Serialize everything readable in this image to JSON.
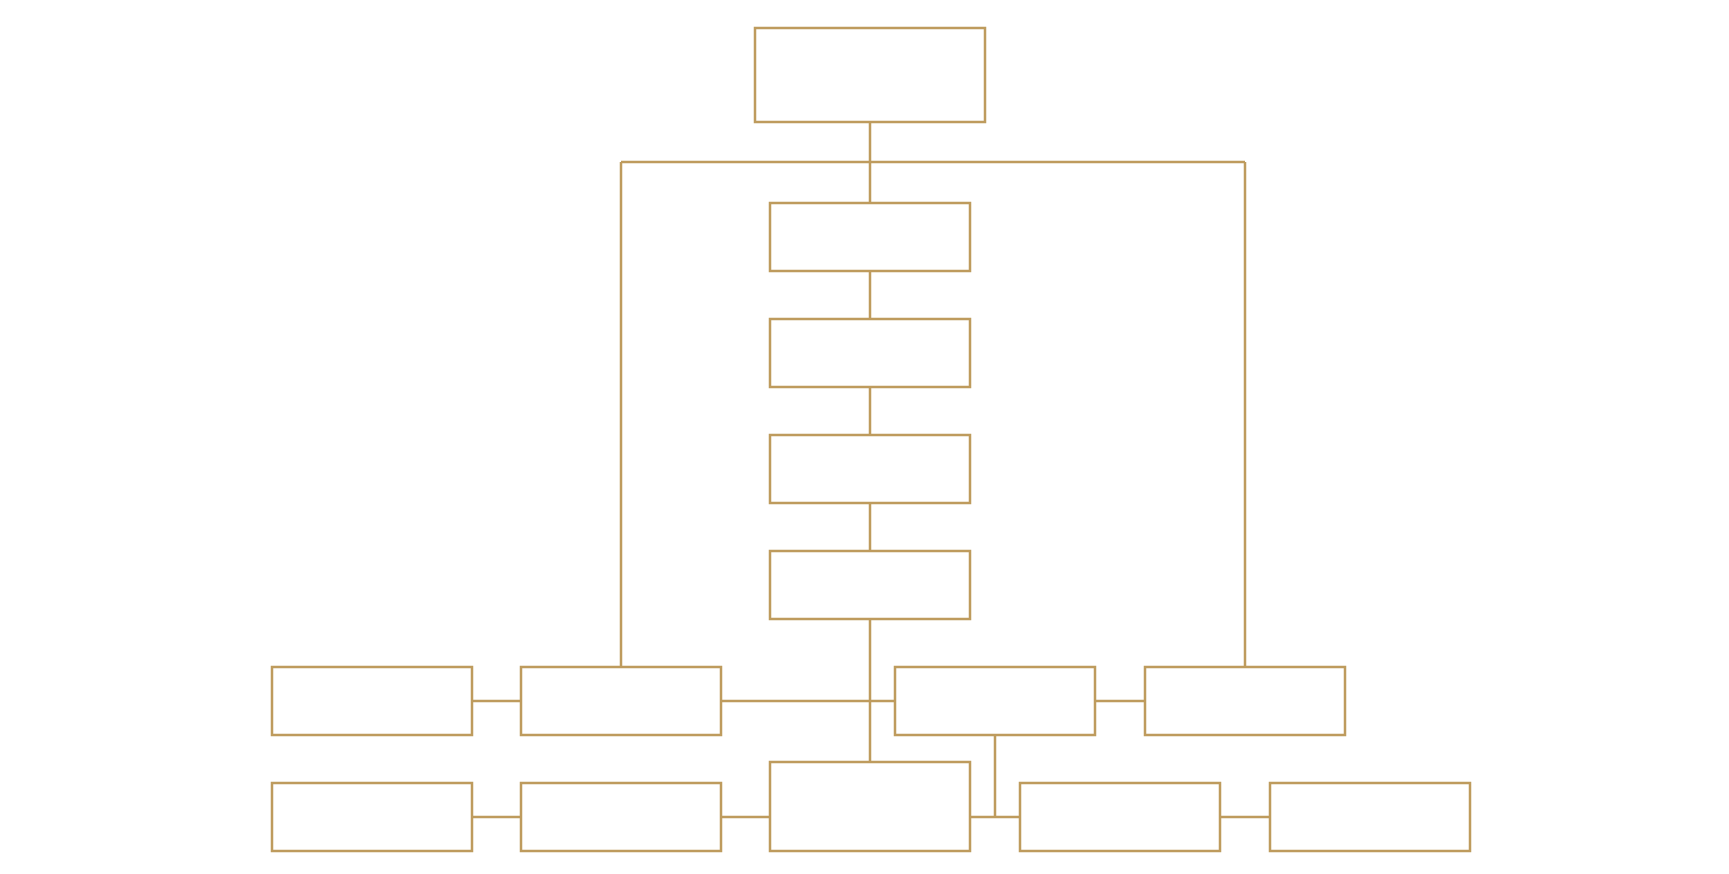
{
  "diagram": {
    "type": "org-chart",
    "stroke_color": "#be9b5d",
    "background": "#ffffff",
    "nodes": [
      {
        "id": "root",
        "label": ""
      },
      {
        "id": "c1",
        "label": ""
      },
      {
        "id": "c2",
        "label": ""
      },
      {
        "id": "c3",
        "label": ""
      },
      {
        "id": "c4",
        "label": ""
      },
      {
        "id": "l1",
        "label": ""
      },
      {
        "id": "l2",
        "label": ""
      },
      {
        "id": "r1",
        "label": ""
      },
      {
        "id": "r2",
        "label": ""
      },
      {
        "id": "b1",
        "label": ""
      },
      {
        "id": "b2",
        "label": ""
      },
      {
        "id": "b3",
        "label": ""
      },
      {
        "id": "b4",
        "label": ""
      },
      {
        "id": "b5",
        "label": ""
      }
    ],
    "edges": [
      [
        "root",
        "c1"
      ],
      [
        "c1",
        "c2"
      ],
      [
        "c2",
        "c3"
      ],
      [
        "c3",
        "c4"
      ],
      [
        "root",
        "l2"
      ],
      [
        "root",
        "r2"
      ],
      [
        "c4",
        "b3"
      ],
      [
        "l1",
        "l2"
      ],
      [
        "l2",
        "r1"
      ],
      [
        "r1",
        "r2"
      ],
      [
        "b1",
        "b2"
      ],
      [
        "b2",
        "b3"
      ],
      [
        "r1",
        "b4"
      ],
      [
        "b4",
        "b5"
      ]
    ]
  }
}
